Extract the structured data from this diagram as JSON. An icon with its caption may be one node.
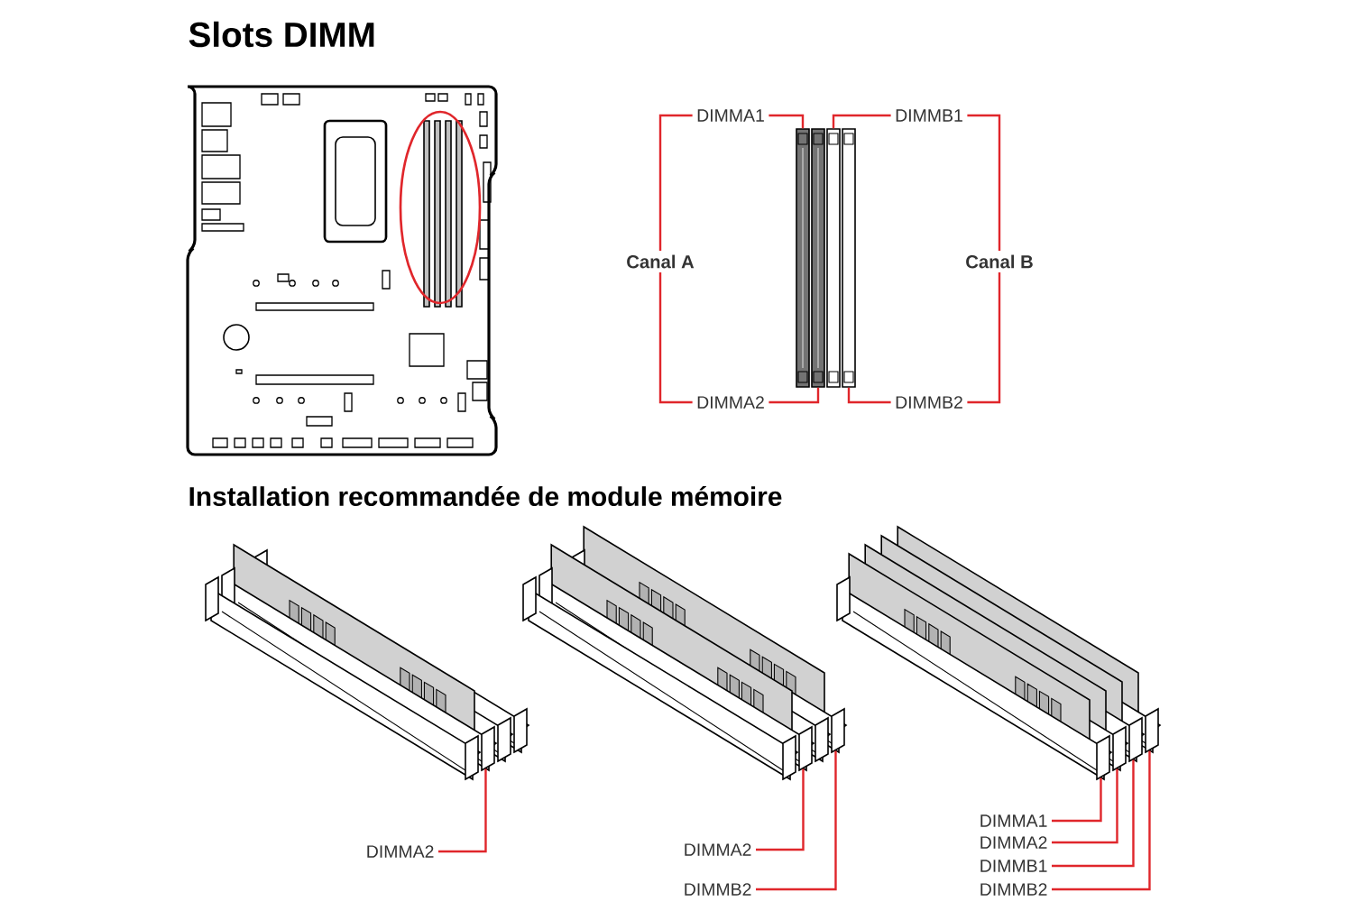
{
  "diagram": {
    "title": "Slots DIMM",
    "nodes": [
      {
        "text": [
          "DIMMA1"
        ]
      },
      {
        "text": [
          "DIMMB1"
        ]
      },
      {
        "text": [
          "Canal A"
        ]
      },
      {
        "text": [
          "Canal B"
        ]
      },
      {
        "text": [
          "DIMMA2"
        ]
      },
      {
        "text": [
          "DIMMB2"
        ]
      },
      {
        "text": [],
        "shape": "bar"
      },
      {
        "text": [],
        "shape": "bar"
      },
      {
        "text": [],
        "shape": "bar"
      },
      {
        "text": [],
        "shape": "bar"
      },
      {
        "text": [],
        "shape": "picture"
      },
      {
        "text": [],
        "shape": "picture"
      },
      {
        "text": [],
        "shape": "picture"
      },
      {
        "text": [
          "DIMMA2"
        ]
      },
      {
        "text": [
          "DIMMA2"
        ]
      },
      {
        "text": [
          "DIMMB2"
        ]
      },
      {
        "text": [
          "DIMMA1"
        ]
      },
      {
        "text": [
          "DIMMA2"
        ]
      },
      {
        "text": [
          "DIMMB1"
        ]
      },
      {
        "text": [
          "DIMMB2"
        ]
      }
    ],
    "edges": [
      {
        "from": 0,
        "to": 6,
        "arrow": "none"
      },
      {
        "from": 1,
        "to": 8,
        "arrow": "none"
      },
      {
        "from": 4,
        "to": 7,
        "arrow": "none"
      },
      {
        "from": 5,
        "to": 9,
        "arrow": "none"
      },
      {
        "from": 2,
        "to": 0,
        "arrow": "none"
      },
      {
        "from": 2,
        "to": 4,
        "arrow": "none"
      },
      {
        "from": 3,
        "to": 1,
        "arrow": "none"
      },
      {
        "from": 3,
        "to": 5,
        "arrow": "none"
      },
      {
        "from": 13,
        "to": 10,
        "arrow": "none"
      },
      {
        "from": 14,
        "to": 11,
        "arrow": "none"
      },
      {
        "from": 15,
        "to": 11,
        "arrow": "none"
      },
      {
        "from": 16,
        "to": 12,
        "arrow": "none"
      },
      {
        "from": 17,
        "to": 12,
        "arrow": "none"
      },
      {
        "from": 18,
        "to": 12,
        "arrow": "none"
      },
      {
        "from": 19,
        "to": 12,
        "arrow": "none"
      }
    ],
    "labels": [
      "Installation recommandée de module mémoire"
    ]
  }
}
